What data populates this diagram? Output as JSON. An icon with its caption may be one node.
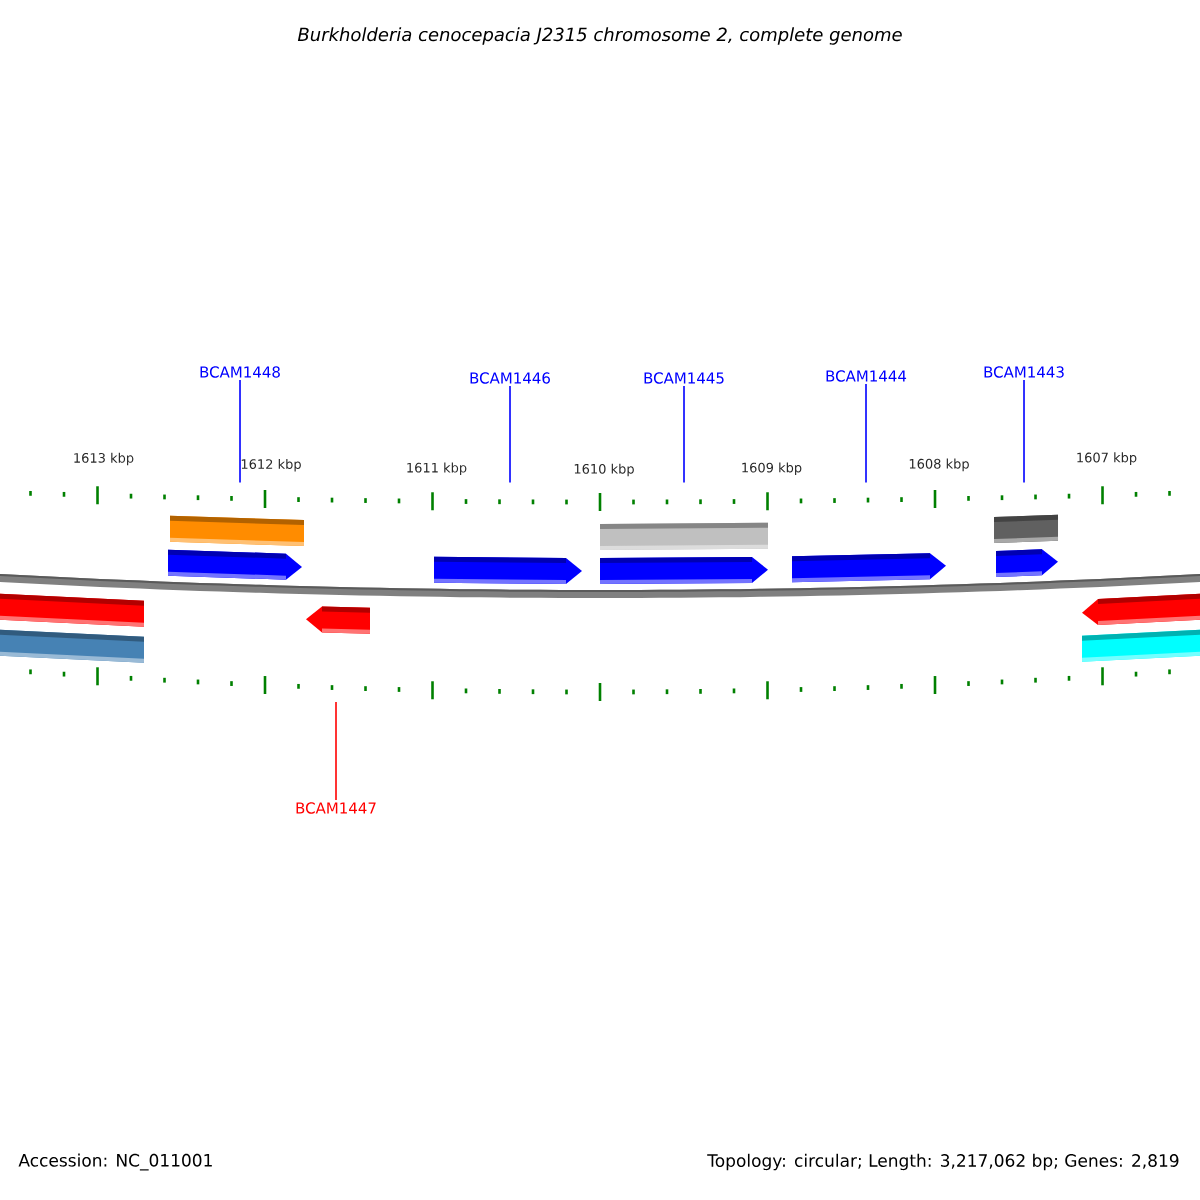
{
  "diagram": {
    "title": "Burkholderia cenocepacia J2315 chromosome 2, complete genome",
    "nodes": [
      {
        "text": [
          "BCAM1448"
        ]
      },
      {
        "text": [
          "BCAM1446"
        ]
      },
      {
        "text": [
          "BCAM1445"
        ]
      },
      {
        "text": [
          "BCAM1444"
        ]
      },
      {
        "text": [
          "BCAM1443"
        ]
      },
      {
        "text": [
          "BCAM1447"
        ]
      },
      {
        "text": [],
        "shape": "ruler"
      },
      {
        "text": [],
        "shape": "ruler"
      }
    ],
    "edges": [
      {
        "from": 0,
        "to": 6,
        "arrow": "none"
      },
      {
        "from": 1,
        "to": 6,
        "arrow": "none"
      },
      {
        "from": 2,
        "to": 6,
        "arrow": "none"
      },
      {
        "from": 3,
        "to": 6,
        "arrow": "none"
      },
      {
        "from": 4,
        "to": 6,
        "arrow": "none"
      },
      {
        "from": 5,
        "to": 7,
        "arrow": "none",
        "color": "#ff0000"
      }
    ],
    "labels": [
      "1613 kbp",
      "1612 kbp",
      "1611 kbp",
      "1610 kbp",
      "1609 kbp",
      "1608 kbp",
      "1607 kbp",
      "Accession: NC_011001",
      "Topology: circular; Length: 3,217,062 bp; Genes: 2,819"
    ]
  }
}
